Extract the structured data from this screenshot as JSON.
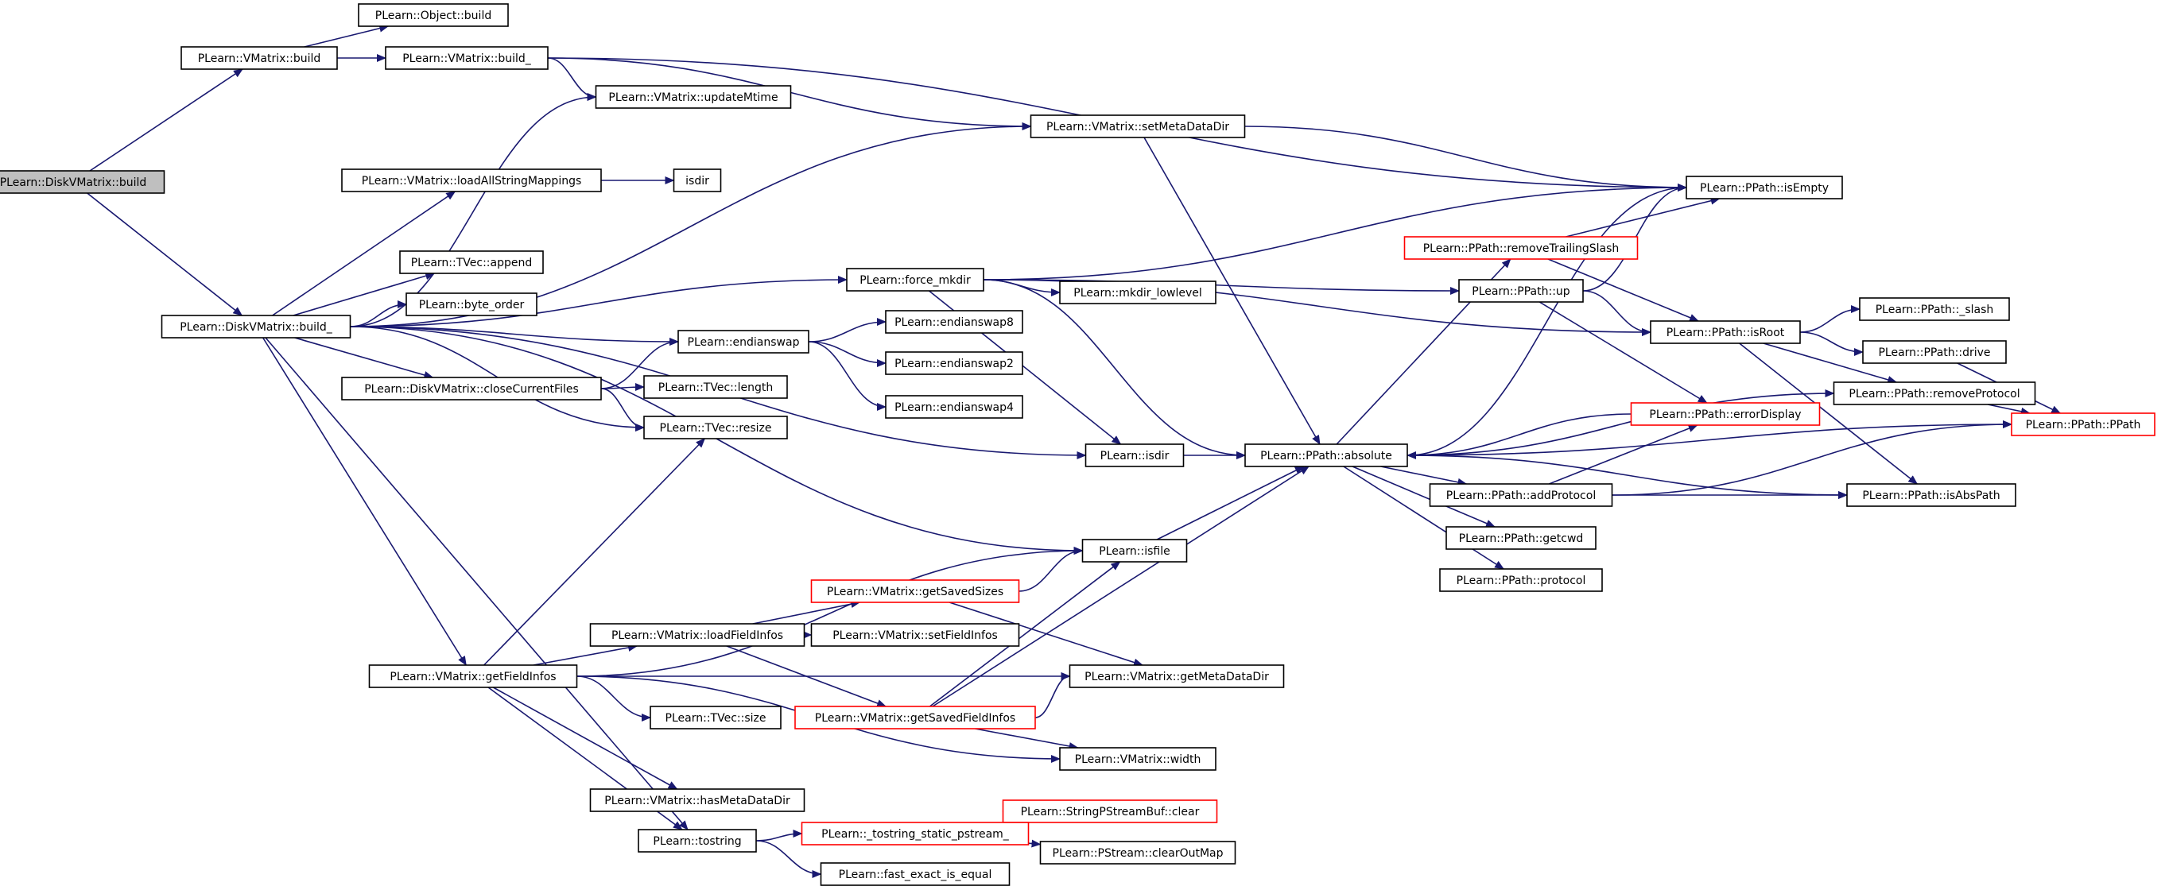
{
  "graph": {
    "title": "",
    "colors": {
      "edge": "#191970",
      "node_border": "#000000",
      "truncated_border": "#ff0000",
      "root_fill": "#bfbfbf",
      "node_fill": "#ffffff"
    },
    "nodes": [
      {
        "id": "diskvmatrix_build",
        "label": "PLearn::DiskVMatrix::build",
        "root": true
      },
      {
        "id": "vmatrix_build",
        "label": "PLearn::VMatrix::build"
      },
      {
        "id": "object_build",
        "label": "PLearn::Object::build"
      },
      {
        "id": "vmatrix_build_",
        "label": "PLearn::VMatrix::build_"
      },
      {
        "id": "updatemtime",
        "label": "PLearn::VMatrix::updateMtime"
      },
      {
        "id": "setmetadatadir",
        "label": "PLearn::VMatrix::setMetaDataDir"
      },
      {
        "id": "diskvmatrix_build_",
        "label": "PLearn::DiskVMatrix::build_"
      },
      {
        "id": "loadallstringmappings",
        "label": "PLearn::VMatrix::loadAllStringMappings"
      },
      {
        "id": "isdir_plain",
        "label": "isdir"
      },
      {
        "id": "tvec_append",
        "label": "PLearn::TVec::append"
      },
      {
        "id": "byte_order",
        "label": "PLearn::byte_order"
      },
      {
        "id": "force_mkdir",
        "label": "PLearn::force_mkdir"
      },
      {
        "id": "mkdir_lowlevel",
        "label": "PLearn::mkdir_lowlevel"
      },
      {
        "id": "endianswap",
        "label": "PLearn::endianswap"
      },
      {
        "id": "endianswap8",
        "label": "PLearn::endianswap8"
      },
      {
        "id": "endianswap2",
        "label": "PLearn::endianswap2"
      },
      {
        "id": "endianswap4",
        "label": "PLearn::endianswap4"
      },
      {
        "id": "closecurrentfiles",
        "label": "PLearn::DiskVMatrix::closeCurrentFiles"
      },
      {
        "id": "tvec_length",
        "label": "PLearn::TVec::length"
      },
      {
        "id": "tvec_resize",
        "label": "PLearn::TVec::resize"
      },
      {
        "id": "plearn_isdir",
        "label": "PLearn::isdir"
      },
      {
        "id": "ppath_isempty",
        "label": "PLearn::PPath::isEmpty"
      },
      {
        "id": "removetrailingslash",
        "label": "PLearn::PPath::removeTrailingSlash",
        "truncated": true
      },
      {
        "id": "ppath_up",
        "label": "PLearn::PPath::up"
      },
      {
        "id": "ppath_isroot",
        "label": "PLearn::PPath::isRoot"
      },
      {
        "id": "ppath_slash",
        "label": "PLearn::PPath::_slash"
      },
      {
        "id": "ppath_drive",
        "label": "PLearn::PPath::drive"
      },
      {
        "id": "ppath_removeprotocol",
        "label": "PLearn::PPath::removeProtocol"
      },
      {
        "id": "ppath_ppath",
        "label": "PLearn::PPath::PPath",
        "truncated": true
      },
      {
        "id": "ppath_errordisplay",
        "label": "PLearn::PPath::errorDisplay",
        "truncated": true
      },
      {
        "id": "ppath_absolute",
        "label": "PLearn::PPath::absolute"
      },
      {
        "id": "ppath_addprotocol",
        "label": "PLearn::PPath::addProtocol"
      },
      {
        "id": "ppath_isabspath",
        "label": "PLearn::PPath::isAbsPath"
      },
      {
        "id": "ppath_getcwd",
        "label": "PLearn::PPath::getcwd"
      },
      {
        "id": "ppath_protocol",
        "label": "PLearn::PPath::protocol"
      },
      {
        "id": "plearn_isfile",
        "label": "PLearn::isfile"
      },
      {
        "id": "getsavedsizes",
        "label": "PLearn::VMatrix::getSavedSizes",
        "truncated": true
      },
      {
        "id": "loadfieldinfos",
        "label": "PLearn::VMatrix::loadFieldInfos"
      },
      {
        "id": "setfieldinfos",
        "label": "PLearn::VMatrix::setFieldInfos"
      },
      {
        "id": "getfieldinfos",
        "label": "PLearn::VMatrix::getFieldInfos"
      },
      {
        "id": "getmetadatadir",
        "label": "PLearn::VMatrix::getMetaDataDir"
      },
      {
        "id": "tvec_size",
        "label": "PLearn::TVec::size"
      },
      {
        "id": "getsavedfieldinfos",
        "label": "PLearn::VMatrix::getSavedFieldInfos",
        "truncated": true
      },
      {
        "id": "vmatrix_width",
        "label": "PLearn::VMatrix::width"
      },
      {
        "id": "hasmetadatadir",
        "label": "PLearn::VMatrix::hasMetaDataDir"
      },
      {
        "id": "stringpstreambuf_clear",
        "label": "PLearn::StringPStreamBuf::clear",
        "truncated": true
      },
      {
        "id": "tostring",
        "label": "PLearn::tostring"
      },
      {
        "id": "tostring_static_pstream",
        "label": "PLearn::_tostring_static_pstream_",
        "truncated": true
      },
      {
        "id": "pstream_clearoutmap",
        "label": "PLearn::PStream::clearOutMap"
      },
      {
        "id": "fast_exact_is_equal",
        "label": "PLearn::fast_exact_is_equal"
      }
    ],
    "edges": [
      [
        "diskvmatrix_build",
        "vmatrix_build"
      ],
      [
        "diskvmatrix_build",
        "diskvmatrix_build_"
      ],
      [
        "vmatrix_build",
        "object_build"
      ],
      [
        "vmatrix_build",
        "vmatrix_build_"
      ],
      [
        "vmatrix_build_",
        "updatemtime"
      ],
      [
        "vmatrix_build_",
        "setmetadatadir"
      ],
      [
        "vmatrix_build_",
        "ppath_isempty"
      ],
      [
        "setmetadatadir",
        "ppath_isempty"
      ],
      [
        "setmetadatadir",
        "ppath_absolute"
      ],
      [
        "diskvmatrix_build_",
        "updatemtime"
      ],
      [
        "diskvmatrix_build_",
        "setmetadatadir"
      ],
      [
        "diskvmatrix_build_",
        "loadallstringmappings"
      ],
      [
        "diskvmatrix_build_",
        "force_mkdir"
      ],
      [
        "diskvmatrix_build_",
        "tvec_append"
      ],
      [
        "diskvmatrix_build_",
        "byte_order"
      ],
      [
        "diskvmatrix_build_",
        "endianswap"
      ],
      [
        "diskvmatrix_build_",
        "closecurrentfiles"
      ],
      [
        "diskvmatrix_build_",
        "tvec_resize"
      ],
      [
        "diskvmatrix_build_",
        "plearn_isdir"
      ],
      [
        "diskvmatrix_build_",
        "plearn_isfile"
      ],
      [
        "diskvmatrix_build_",
        "getfieldinfos"
      ],
      [
        "diskvmatrix_build_",
        "tostring"
      ],
      [
        "loadallstringmappings",
        "isdir_plain"
      ],
      [
        "force_mkdir",
        "ppath_isempty"
      ],
      [
        "force_mkdir",
        "ppath_up"
      ],
      [
        "force_mkdir",
        "mkdir_lowlevel"
      ],
      [
        "force_mkdir",
        "ppath_isroot"
      ],
      [
        "force_mkdir",
        "plearn_isdir"
      ],
      [
        "force_mkdir",
        "ppath_absolute"
      ],
      [
        "endianswap",
        "endianswap8"
      ],
      [
        "endianswap",
        "endianswap2"
      ],
      [
        "endianswap",
        "endianswap4"
      ],
      [
        "closecurrentfiles",
        "endianswap"
      ],
      [
        "closecurrentfiles",
        "tvec_length"
      ],
      [
        "closecurrentfiles",
        "tvec_resize"
      ],
      [
        "plearn_isdir",
        "ppath_absolute"
      ],
      [
        "removetrailingslash",
        "ppath_isempty"
      ],
      [
        "removetrailingslash",
        "ppath_isroot"
      ],
      [
        "ppath_up",
        "ppath_isempty"
      ],
      [
        "ppath_up",
        "ppath_isroot"
      ],
      [
        "ppath_up",
        "ppath_errordisplay"
      ],
      [
        "ppath_isroot",
        "ppath_slash"
      ],
      [
        "ppath_isroot",
        "ppath_drive"
      ],
      [
        "ppath_isroot",
        "ppath_removeprotocol"
      ],
      [
        "ppath_isroot",
        "ppath_isabspath"
      ],
      [
        "ppath_drive",
        "ppath_ppath"
      ],
      [
        "ppath_removeprotocol",
        "ppath_ppath"
      ],
      [
        "ppath_errordisplay",
        "ppath_absolute"
      ],
      [
        "ppath_absolute",
        "ppath_isempty"
      ],
      [
        "ppath_absolute",
        "removetrailingslash"
      ],
      [
        "ppath_absolute",
        "ppath_removeprotocol"
      ],
      [
        "ppath_absolute",
        "ppath_ppath"
      ],
      [
        "ppath_absolute",
        "ppath_addprotocol"
      ],
      [
        "ppath_absolute",
        "ppath_getcwd"
      ],
      [
        "ppath_absolute",
        "ppath_protocol"
      ],
      [
        "ppath_absolute",
        "ppath_isabspath"
      ],
      [
        "ppath_addprotocol",
        "ppath_errordisplay"
      ],
      [
        "ppath_addprotocol",
        "ppath_isabspath"
      ],
      [
        "ppath_addprotocol",
        "ppath_ppath"
      ],
      [
        "plearn_isfile",
        "ppath_absolute"
      ],
      [
        "getfieldinfos",
        "tvec_resize"
      ],
      [
        "getfieldinfos",
        "plearn_isfile"
      ],
      [
        "getfieldinfos",
        "loadfieldinfos"
      ],
      [
        "getfieldinfos",
        "getmetadatadir"
      ],
      [
        "getfieldinfos",
        "tvec_size"
      ],
      [
        "getfieldinfos",
        "vmatrix_width"
      ],
      [
        "getfieldinfos",
        "hasmetadatadir"
      ],
      [
        "getfieldinfos",
        "tostring"
      ],
      [
        "loadfieldinfos",
        "getsavedsizes"
      ],
      [
        "loadfieldinfos",
        "setfieldinfos"
      ],
      [
        "loadfieldinfos",
        "getsavedfieldinfos"
      ],
      [
        "getsavedsizes",
        "plearn_isfile"
      ],
      [
        "getsavedsizes",
        "getmetadatadir"
      ],
      [
        "getsavedfieldinfos",
        "plearn_isfile"
      ],
      [
        "getsavedfieldinfos",
        "getmetadatadir"
      ],
      [
        "getsavedfieldinfos",
        "vmatrix_width"
      ],
      [
        "getsavedfieldinfos",
        "ppath_absolute"
      ],
      [
        "tostring",
        "tostring_static_pstream"
      ],
      [
        "tostring",
        "fast_exact_is_equal"
      ],
      [
        "tostring_static_pstream",
        "stringpstreambuf_clear"
      ],
      [
        "tostring_static_pstream",
        "pstream_clearoutmap"
      ]
    ]
  }
}
